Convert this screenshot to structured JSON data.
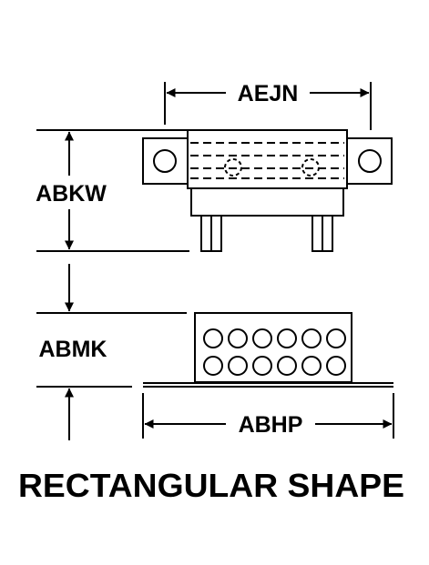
{
  "diagram": {
    "title": "RECTANGULAR SHAPE",
    "labels": {
      "top_width": "AEJN",
      "upper_height": "ABKW",
      "lower_height": "ABMK",
      "bottom_width": "ABHP"
    },
    "colors": {
      "ink": "#000000",
      "background": "#ffffff"
    }
  }
}
